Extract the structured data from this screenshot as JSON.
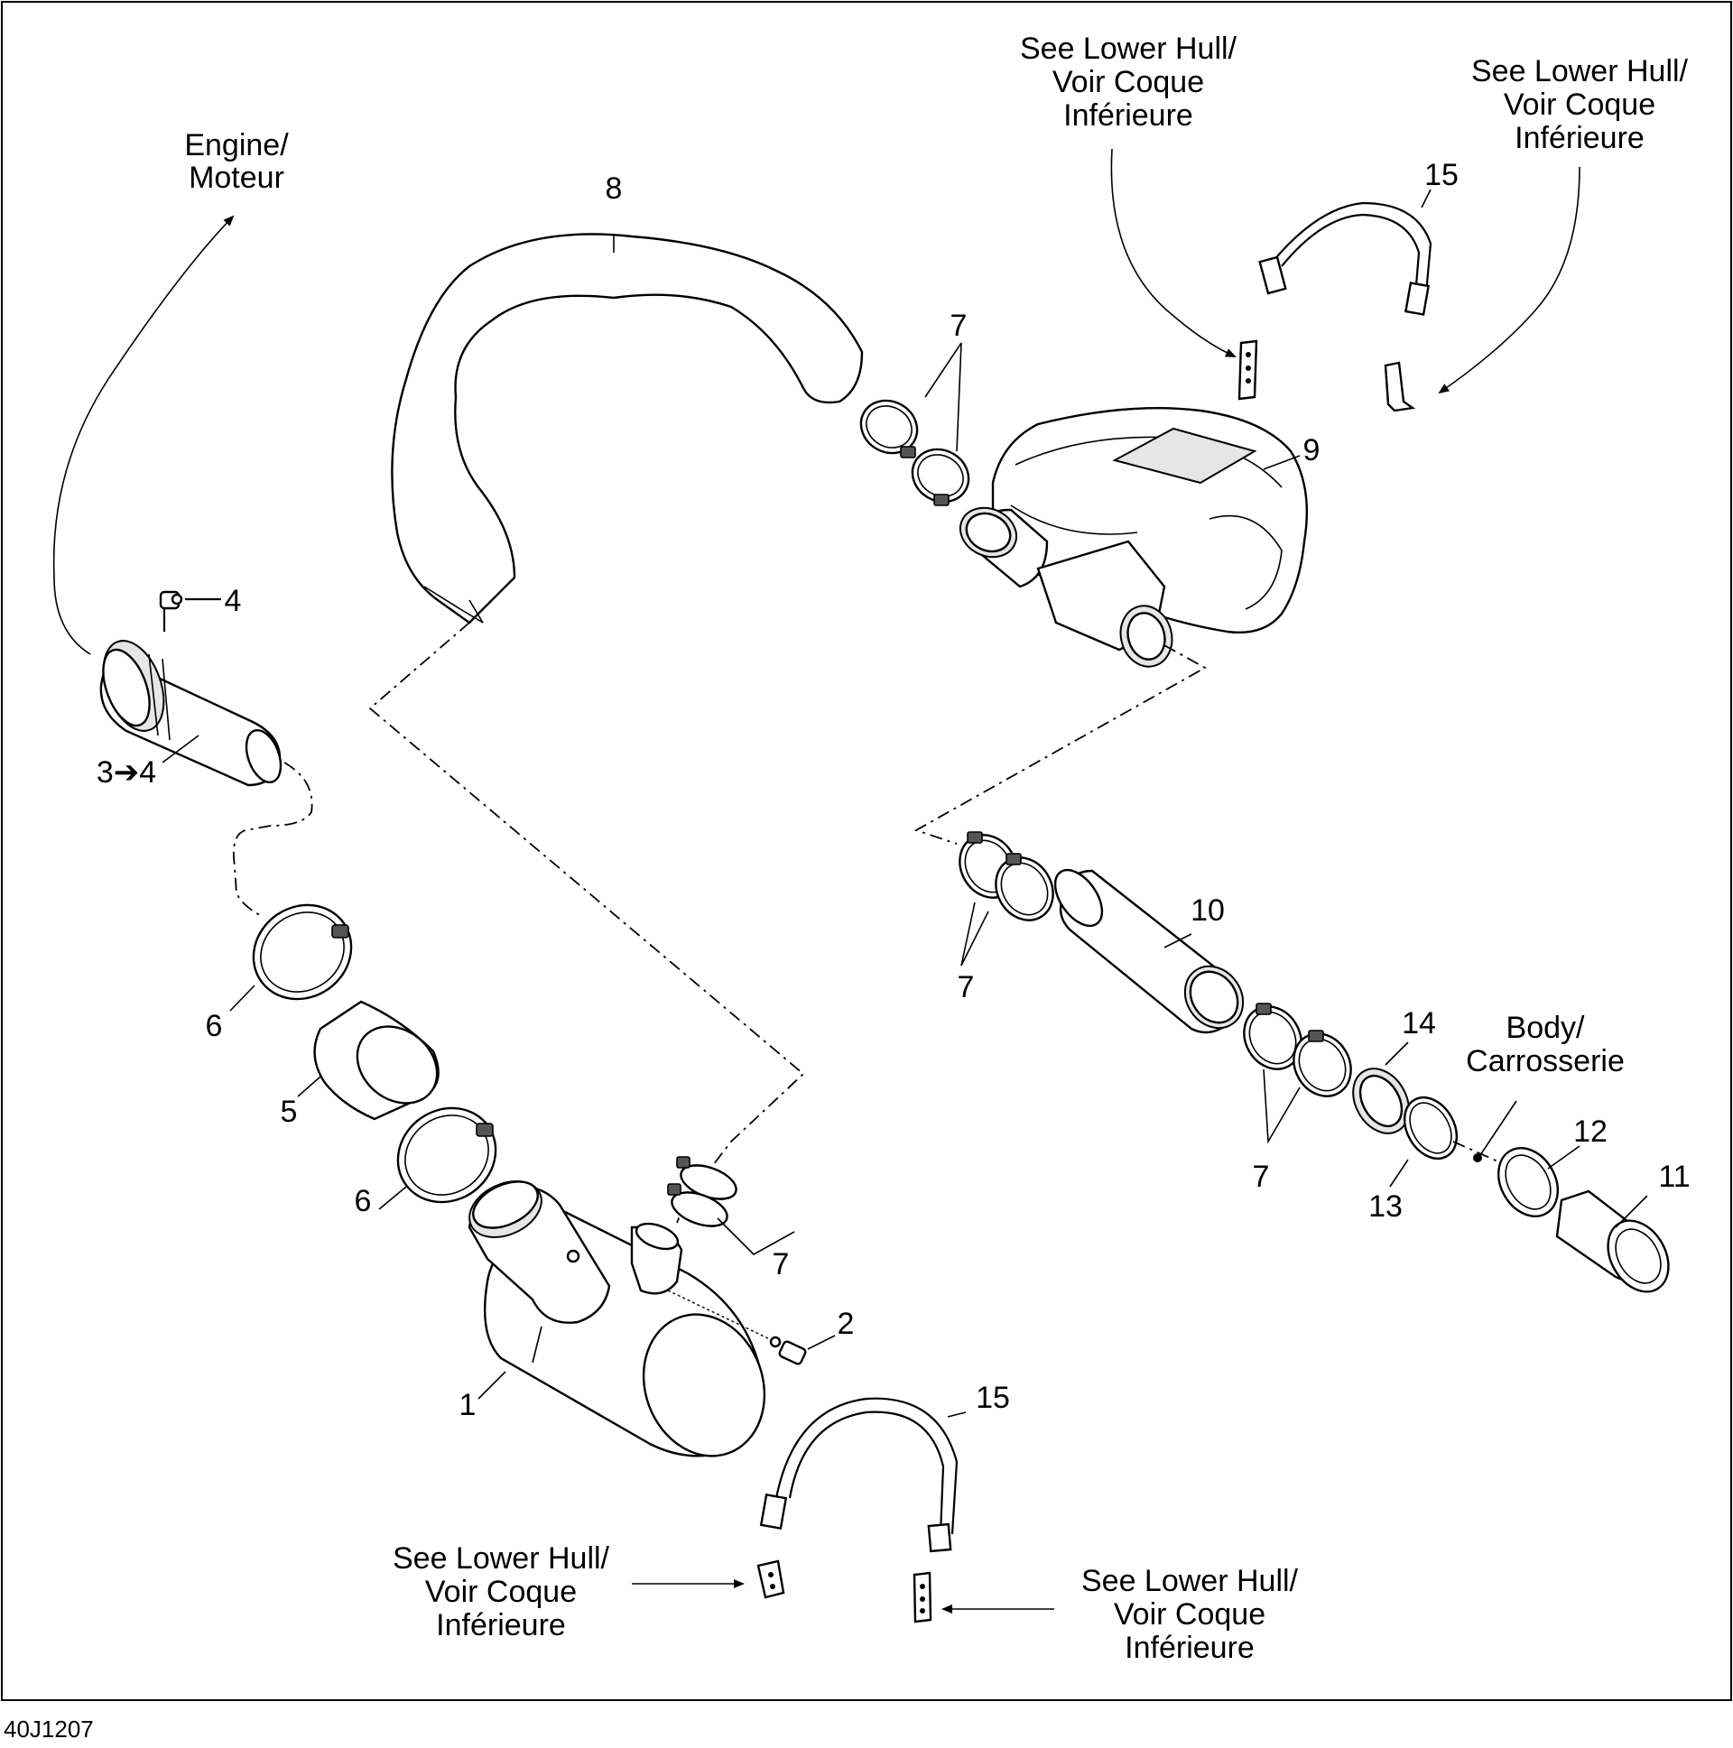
{
  "diagram_code": "40J1207",
  "callouts": {
    "engine": [
      "Engine/",
      "Moteur"
    ],
    "body": [
      "Body/",
      "Carrosserie"
    ],
    "lower_hull_top_left": [
      "See Lower Hull/",
      "Voir Coque",
      "Inférieure"
    ],
    "lower_hull_top_right": [
      "See Lower Hull/",
      "Voir Coque",
      "Inférieure"
    ],
    "lower_hull_bottom_left": [
      "See Lower Hull/",
      "Voir Coque",
      "Inférieure"
    ],
    "lower_hull_bottom_right": [
      "See Lower Hull/",
      "Voir Coque",
      "Inférieure"
    ]
  },
  "part_labels": {
    "p1": "1",
    "p2": "2",
    "p3to4": "3➔4",
    "p4": "4",
    "p5": "5",
    "p6a": "6",
    "p6b": "6",
    "p7a": "7",
    "p7b": "7",
    "p7c": "7",
    "p7d": "7",
    "p8": "8",
    "p9": "9",
    "p10": "10",
    "p11": "11",
    "p12": "12",
    "p13": "13",
    "p14": "14",
    "p15a": "15",
    "p15b": "15"
  }
}
